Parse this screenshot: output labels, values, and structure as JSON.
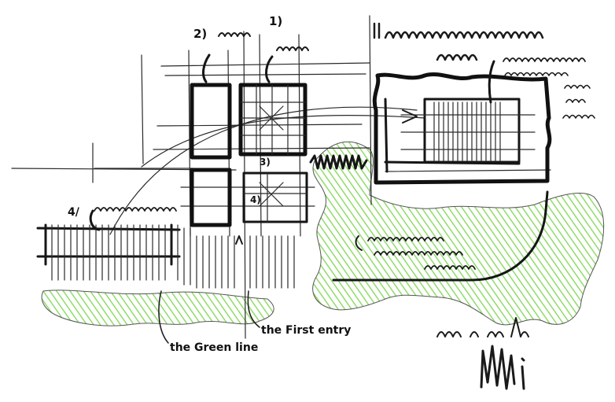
{
  "annotations": {
    "label_2": "2) ",
    "label_1": "1)",
    "label_top_right": "",
    "label_3": "3)",
    "label_4": "4)",
    "label_a": "4/",
    "label_green_line": "the Green line",
    "label_first_entry": "the First entry",
    "label_date": "",
    "label_signature": ""
  },
  "colors": {
    "ink": "#1a1a1a",
    "green": "#8fdc6a",
    "paper": "#ffffff"
  },
  "icons": [
    "hand-sketch",
    "signature-mark"
  ]
}
